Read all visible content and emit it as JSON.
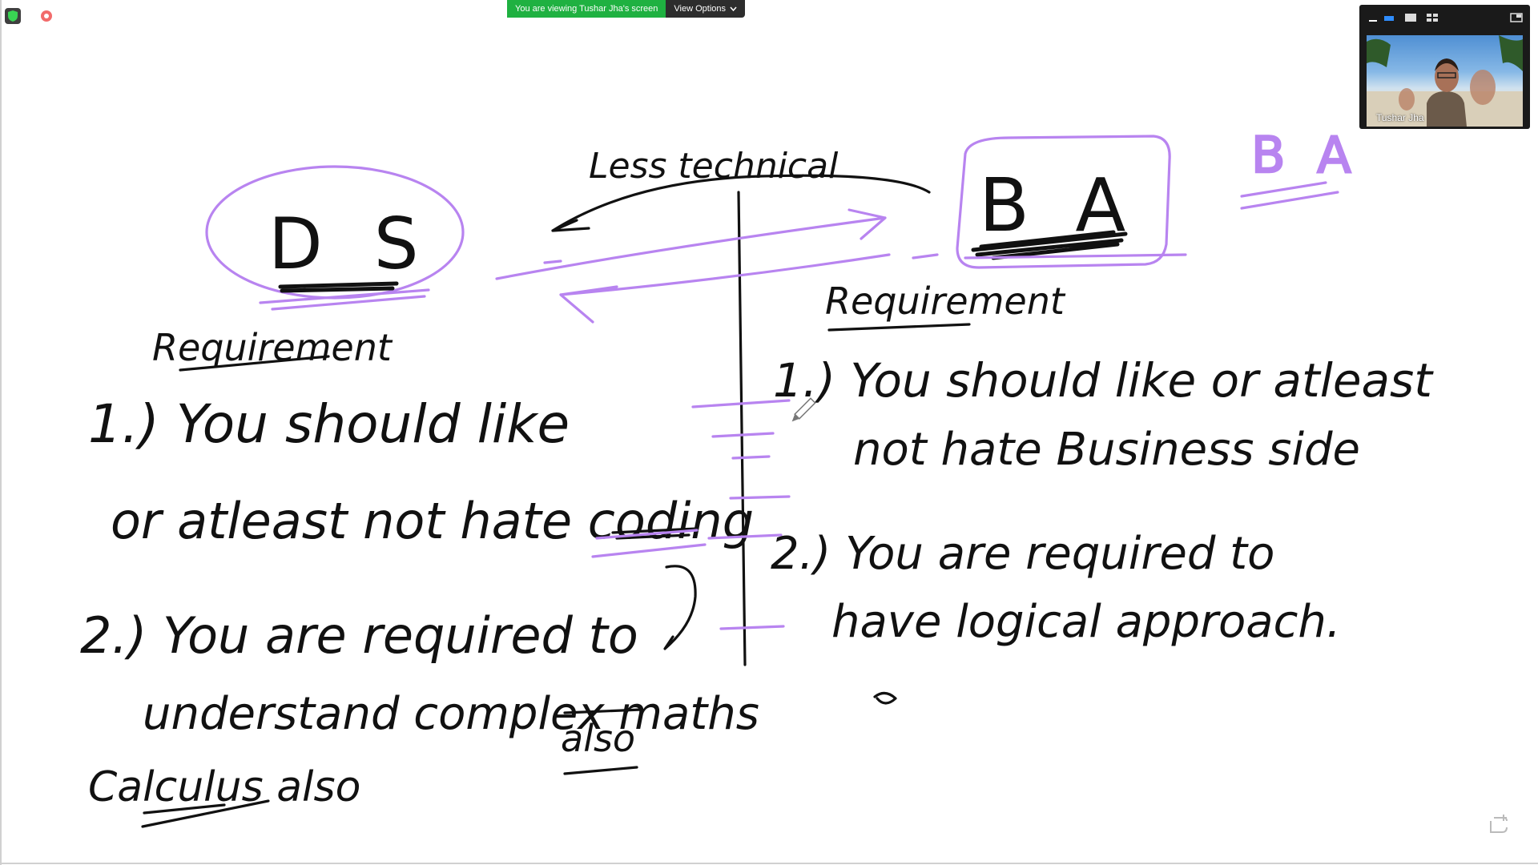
{
  "banner": {
    "status": "You are viewing Tushar Jha's screen",
    "view_options": "View Options"
  },
  "video": {
    "participant": "Tushar Jha"
  },
  "whiteboard": {
    "arrow_label": "Less technical",
    "ds_label": "D S",
    "ba_label": "B A",
    "ba_corner": "B A",
    "left": {
      "heading": "Requirement",
      "item1_a": "1.) You should like",
      "item1_b": "or atleast not hate coding",
      "item2_a": "2.) You are required to",
      "item2_b": "understand complex maths",
      "item2_c": "also",
      "item2_d": "Calculus also"
    },
    "right": {
      "heading": "Requirement",
      "item1_a": "1.) You should like or atleast",
      "item1_b": "not hate Business side",
      "item2_a": "2.) You are required to",
      "item2_b": "have logical approach."
    }
  },
  "colors": {
    "ink": "#111111",
    "highlight": "#b884f0",
    "banner_green": "#1fb141"
  },
  "icons": [
    "shield-icon",
    "record-icon",
    "minimize-icon",
    "speaker-view-icon",
    "gallery-view-icon",
    "exit-fullscreen-icon",
    "chevron-down-icon",
    "annotate-icon",
    "pencil-cursor-icon"
  ]
}
